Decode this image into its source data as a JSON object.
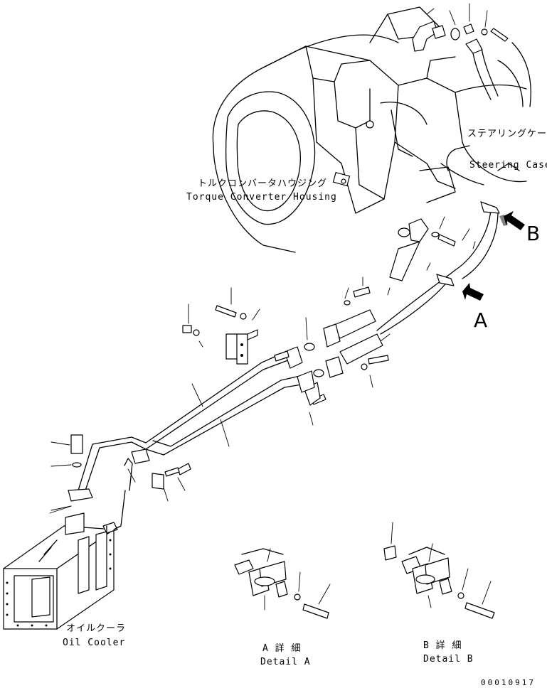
{
  "labels": {
    "steering_case_jp": "ステアリングケース",
    "steering_case_en": "Steering Case",
    "torque_converter_jp": "トルクコンバータハウジング",
    "torque_converter_en": "Torque Converter Housing",
    "oil_cooler_jp": "オイルクーラ",
    "oil_cooler_en": "Oil Cooler",
    "detail_a_jp": "A 詳 細",
    "detail_a_en": "Detail A",
    "detail_b_jp": "B 詳 細",
    "detail_b_en": "Detail B",
    "view_a": "A",
    "view_b": "B",
    "drawing_number": "00010917"
  }
}
